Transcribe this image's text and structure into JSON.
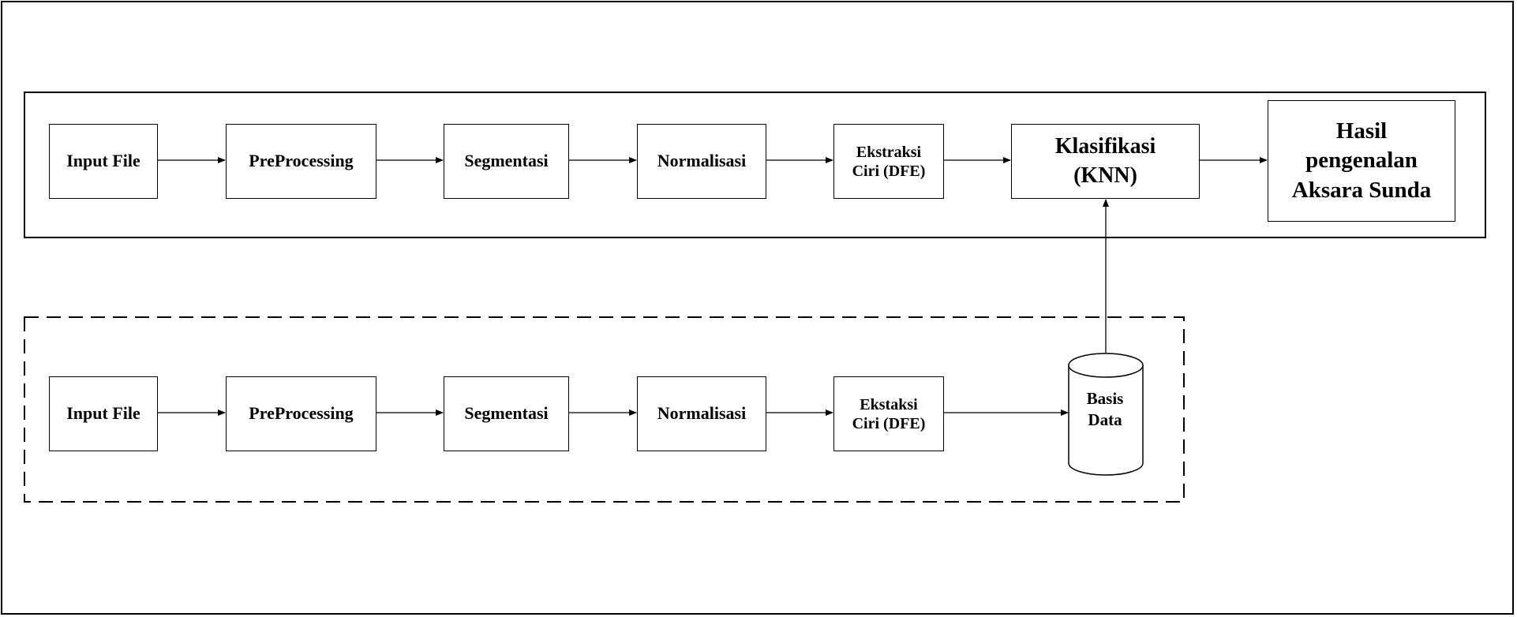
{
  "top_pipeline": {
    "steps": [
      "Input File",
      "PreProcessing",
      "Segmentasi",
      "Normalisasi",
      "Ekstraksi\nCiri (DFE)",
      "Klasifikasi\n(KNN)"
    ],
    "output": "Hasil\npengenalan\nAksara Sunda"
  },
  "bottom_pipeline": {
    "steps": [
      "Input File",
      "PreProcessing",
      "Segmentasi",
      "Normalisasi",
      "Ekstaksi\nCiri (DFE)"
    ],
    "database": "Basis\nData"
  }
}
